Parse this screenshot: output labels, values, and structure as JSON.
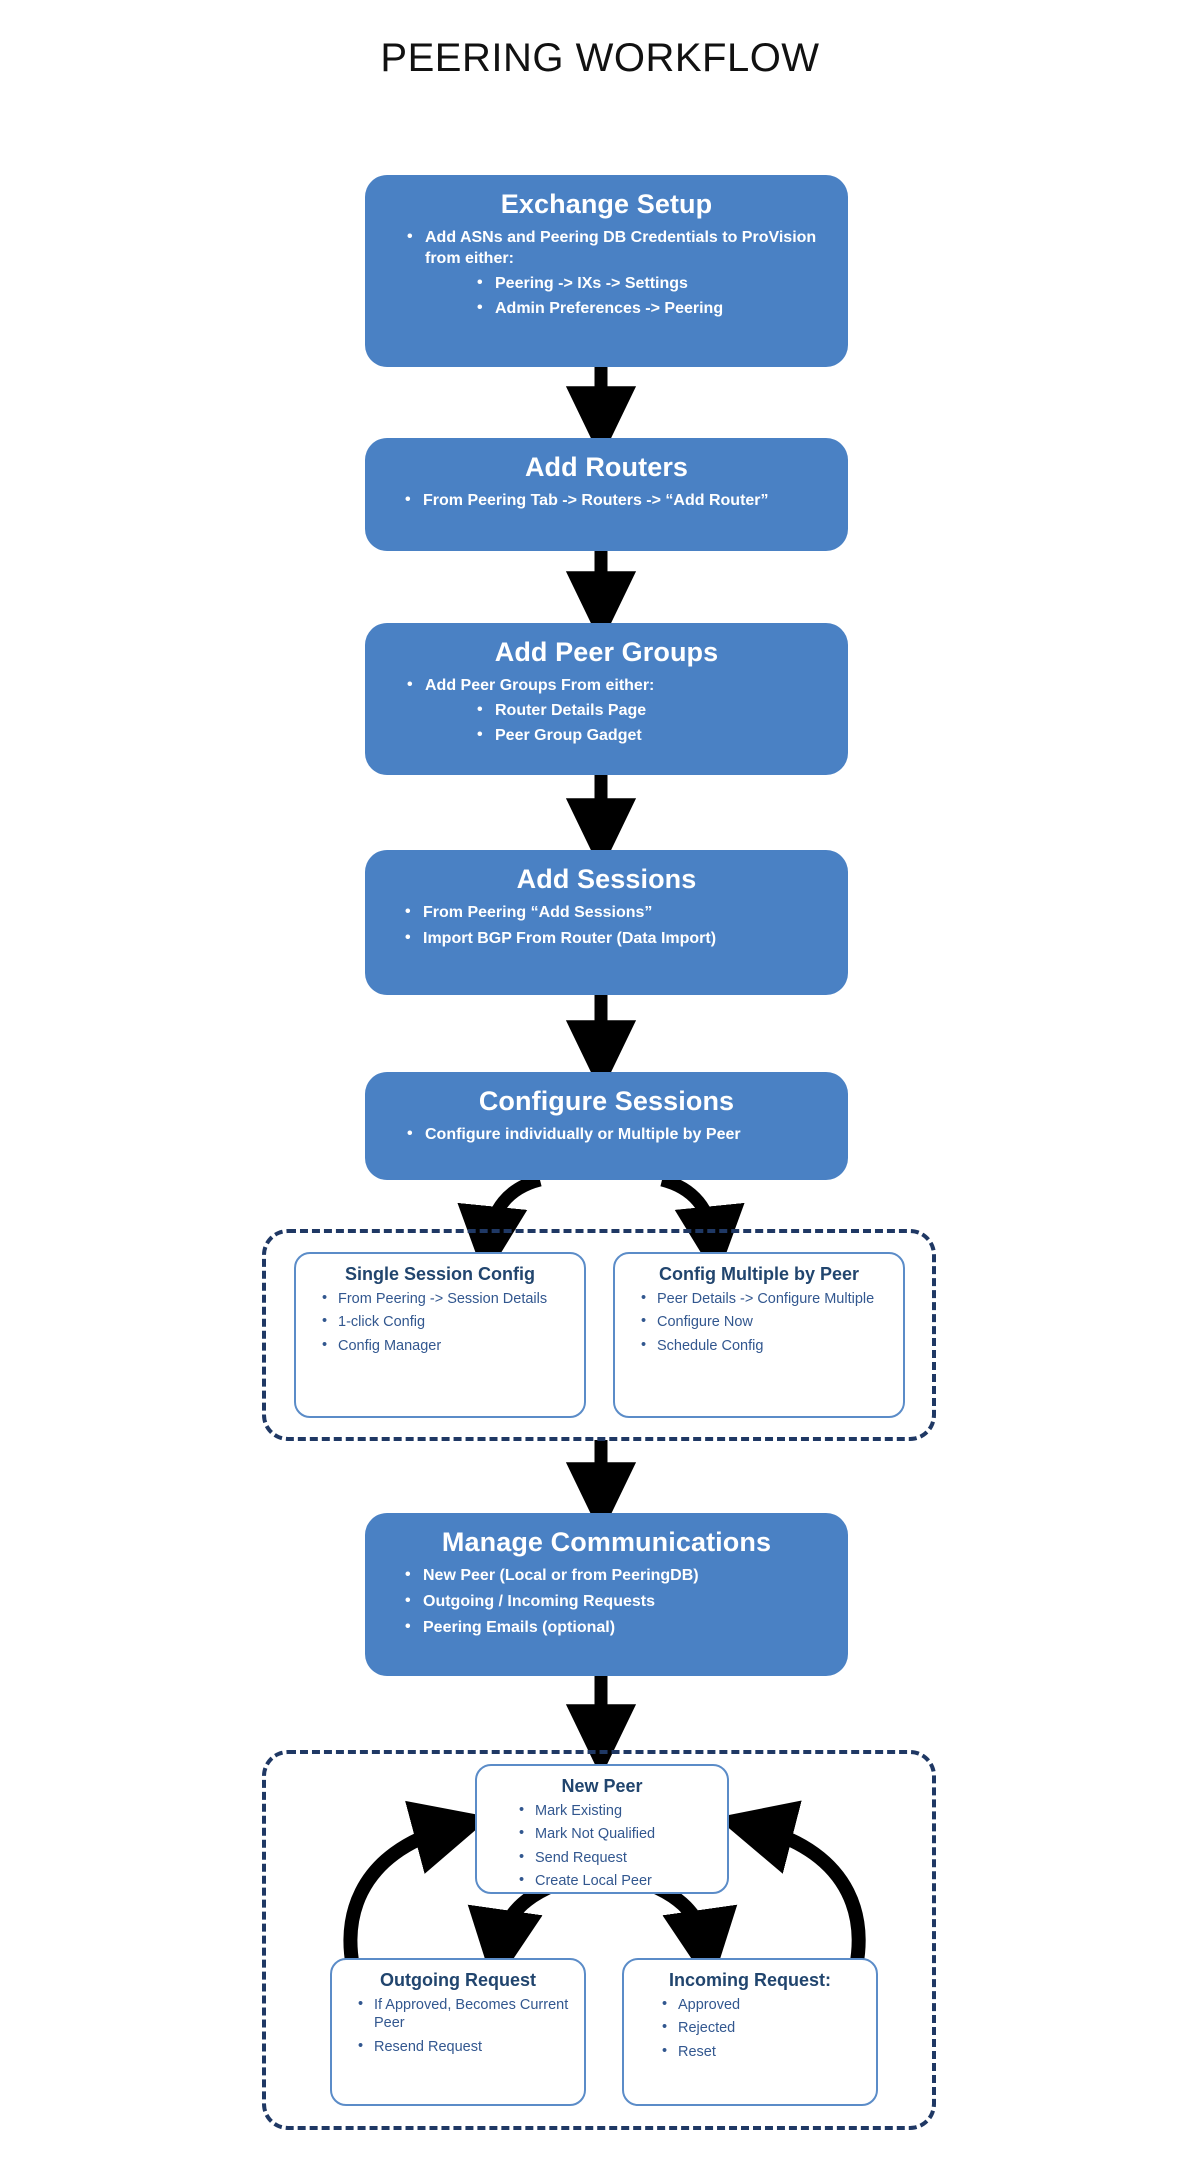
{
  "page": {
    "title": "PEERING WORKFLOW",
    "colors": {
      "stage_fill": "#4a81c4",
      "stage_text": "#ffffff",
      "subbox_border": "#5b8cc8",
      "subbox_title": "#21456e",
      "subbox_text": "#32578f",
      "dashed_border": "#1f3864",
      "arrow": "#000000",
      "background": "#ffffff"
    }
  },
  "stages": [
    {
      "id": "exchange-setup",
      "title": "Exchange Setup",
      "bullets": [
        "Add ASNs and Peering DB Credentials to ProVision from either:"
      ],
      "subbullets": [
        "Peering -> IXs -> Settings",
        "Admin Preferences -> Peering"
      ]
    },
    {
      "id": "add-routers",
      "title": "Add Routers",
      "bullets": [
        "From Peering Tab -> Routers -> “Add Router”"
      ],
      "subbullets": []
    },
    {
      "id": "add-peer-groups",
      "title": "Add Peer Groups",
      "bullets": [
        "Add Peer Groups From either:"
      ],
      "subbullets": [
        "Router Details Page",
        "Peer Group Gadget"
      ]
    },
    {
      "id": "add-sessions",
      "title": "Add Sessions",
      "bullets": [
        "From  Peering “Add Sessions”",
        "Import BGP From Router (Data Import)"
      ],
      "subbullets": []
    },
    {
      "id": "configure-sessions",
      "title": "Configure Sessions",
      "bullets": [
        "Configure individually or Multiple by Peer"
      ],
      "subbullets": []
    },
    {
      "id": "manage-communications",
      "title": "Manage Communications",
      "bullets": [
        "New Peer (Local or from PeeringDB)",
        "Outgoing / Incoming Requests",
        "Peering Emails (optional)"
      ],
      "subbullets": []
    }
  ],
  "config_group": {
    "boxes": [
      {
        "id": "single-session-config",
        "title": "Single Session Config",
        "bullets": [
          "From Peering -> Session Details",
          "1-click Config",
          "Config Manager"
        ]
      },
      {
        "id": "config-multiple-by-peer",
        "title": "Config Multiple by Peer",
        "bullets": [
          "Peer Details -> Configure Multiple",
          "Configure Now",
          "Schedule Config"
        ]
      }
    ]
  },
  "communications_group": {
    "boxes": [
      {
        "id": "new-peer",
        "title": "New Peer",
        "bullets": [
          "Mark Existing",
          "Mark Not Qualified",
          "Send Request",
          "Create Local Peer"
        ]
      },
      {
        "id": "outgoing-request",
        "title": "Outgoing Request",
        "bullets": [
          "If Approved, Becomes Current Peer",
          "Resend Request"
        ]
      },
      {
        "id": "incoming-request",
        "title": "Incoming Request:",
        "bullets": [
          "Approved",
          "Rejected",
          "Reset"
        ]
      }
    ]
  },
  "flow_arrows": [
    {
      "name": "exchange-setup-to-add-routers",
      "type": "straight-down"
    },
    {
      "name": "add-routers-to-add-peer-groups",
      "type": "straight-down"
    },
    {
      "name": "add-peer-groups-to-add-sessions",
      "type": "straight-down"
    },
    {
      "name": "add-sessions-to-configure-sessions",
      "type": "straight-down"
    },
    {
      "name": "configure-sessions-to-single-session-config",
      "type": "curve-left"
    },
    {
      "name": "configure-sessions-to-config-multiple",
      "type": "curve-right"
    },
    {
      "name": "config-group-to-manage-communications",
      "type": "straight-down"
    },
    {
      "name": "manage-communications-to-new-peer",
      "type": "straight-down"
    },
    {
      "name": "new-peer-to-outgoing-request",
      "type": "curve-down-left"
    },
    {
      "name": "new-peer-to-incoming-request",
      "type": "curve-down-right"
    },
    {
      "name": "outgoing-request-to-new-peer",
      "type": "curve-up-left"
    },
    {
      "name": "incoming-request-to-new-peer",
      "type": "curve-up-right"
    }
  ]
}
